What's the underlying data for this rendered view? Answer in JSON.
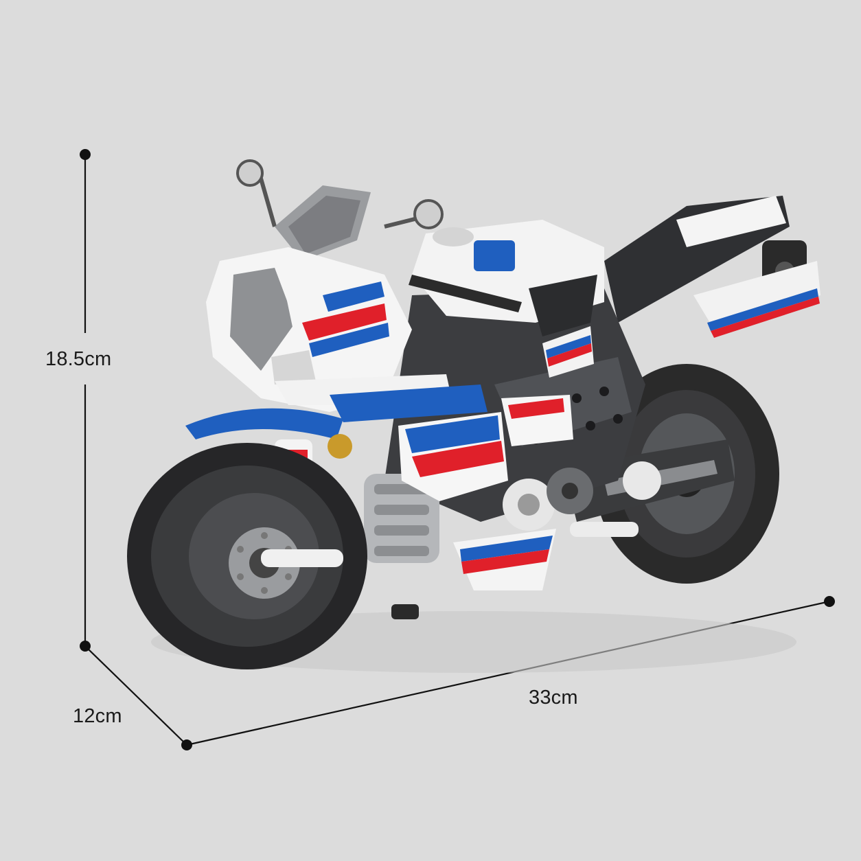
{
  "dimensions": {
    "height": "18.5cm",
    "depth": "12cm",
    "length": "33cm"
  },
  "colors": {
    "background": "#dcdcdc",
    "line": "#111111",
    "body_white": "#f4f4f4",
    "stripe_blue": "#1f5fbf",
    "stripe_red": "#e0202a",
    "tire": "#2a2a2a",
    "frame_gray": "#6d6f72"
  },
  "product": {
    "subject": "brick-built-sport-motorcycle"
  }
}
